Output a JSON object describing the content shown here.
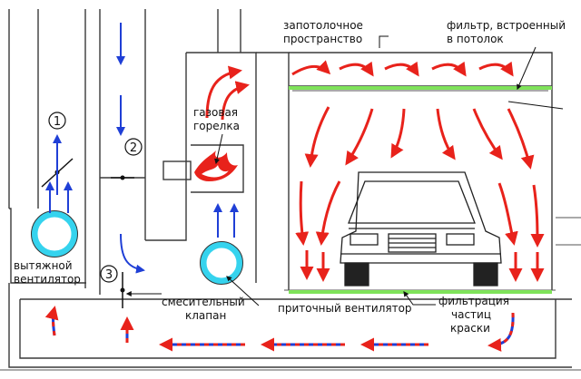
{
  "labels": {
    "ceiling_space": [
      "запотолочное",
      "пространство"
    ],
    "ceiling_filter": [
      "фильтр, встроенный",
      "в потолок"
    ],
    "gas_burner": [
      "газовая",
      "горелка"
    ],
    "exhaust_fan": [
      "вытяжной",
      "вентилятор"
    ],
    "mixing_valve": [
      "смесительный",
      "клапан"
    ],
    "supply_fan": "приточный вентилятор",
    "paint_filter": [
      "фильтрация",
      "частиц",
      "краски"
    ]
  },
  "markers": [
    "1",
    "2",
    "3"
  ],
  "colors": {
    "hot_air": "#e8221b",
    "cold_air": "#1f3fd6",
    "filter": "#7fe35a",
    "fan_ring": "#35d3ee",
    "flame": "#e8221b",
    "structure": "#3a3a3a"
  },
  "icons": [
    "fan-icon",
    "flame-icon",
    "car-icon",
    "damper-icon"
  ]
}
